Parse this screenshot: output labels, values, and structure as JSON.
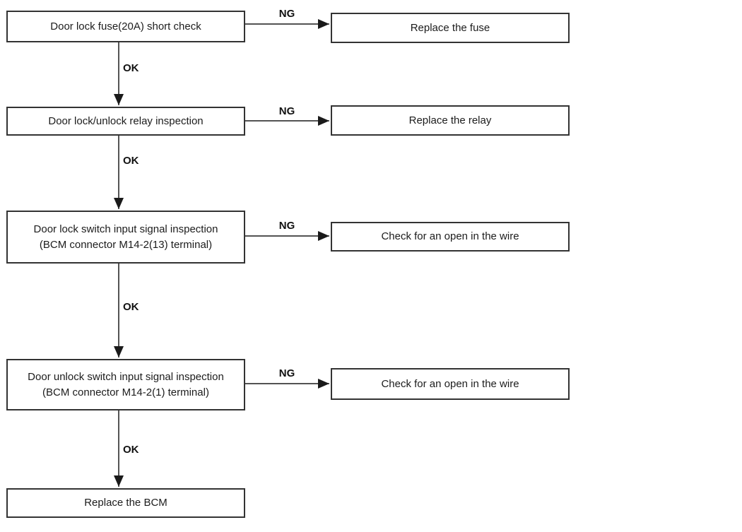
{
  "diagram": {
    "type": "troubleshooting-flowchart",
    "steps": [
      {
        "check": "Door lock fuse(20A) short check",
        "ng_action": "Replace the fuse"
      },
      {
        "check": "Door lock/unlock relay inspection",
        "ng_action": "Replace the relay"
      },
      {
        "check": "Door lock switch input signal inspection\n(BCM connector M14-2(13) terminal)",
        "ng_action": "Check for an open in the wire"
      },
      {
        "check": "Door unlock switch input signal inspection\n(BCM connector M14-2(1) terminal)",
        "ng_action": "Check for an open in the wire"
      }
    ],
    "final_step": "Replace the BCM",
    "labels": {
      "ok": "OK",
      "ng": "NG"
    },
    "colors": {
      "background": "#ffffff",
      "border": "#333333",
      "text": "#1c1c1c",
      "line": "#1a1a1a"
    }
  }
}
